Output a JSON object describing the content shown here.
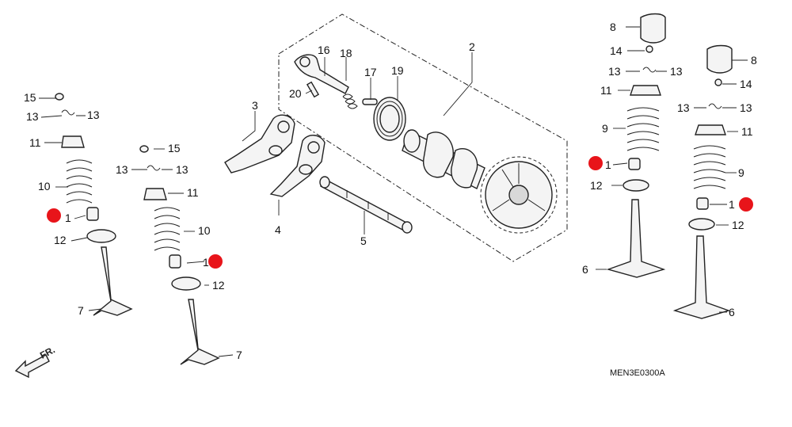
{
  "diagram_code": "MEN3E0300A",
  "front_indicator": "FR.",
  "labels": {
    "l1_a": "1",
    "l1_b": "1",
    "l1_c": "1",
    "l1_d": "1",
    "l2": "2",
    "l3": "3",
    "l4": "4",
    "l5": "5",
    "l6_a": "6",
    "l6_b": "6",
    "l7_a": "7",
    "l7_b": "7",
    "l8_a": "8",
    "l8_b": "8",
    "l9_a": "9",
    "l9_b": "9",
    "l10_a": "10",
    "l10_b": "10",
    "l11_a": "11",
    "l11_b": "11",
    "l11_c": "11",
    "l11_d": "11",
    "l12_a": "12",
    "l12_b": "12",
    "l12_c": "12",
    "l12_d": "12",
    "l13_a": "13",
    "l13_b": "13",
    "l13_c": "13",
    "l13_d": "13",
    "l13_e": "13",
    "l13_f": "13",
    "l13_g": "13",
    "l13_h": "13",
    "l14_a": "14",
    "l14_b": "14",
    "l15_a": "15",
    "l15_b": "15",
    "l16": "16",
    "l17": "17",
    "l18": "18",
    "l19": "19",
    "l20": "20"
  },
  "highlight_color": "#e8141a"
}
